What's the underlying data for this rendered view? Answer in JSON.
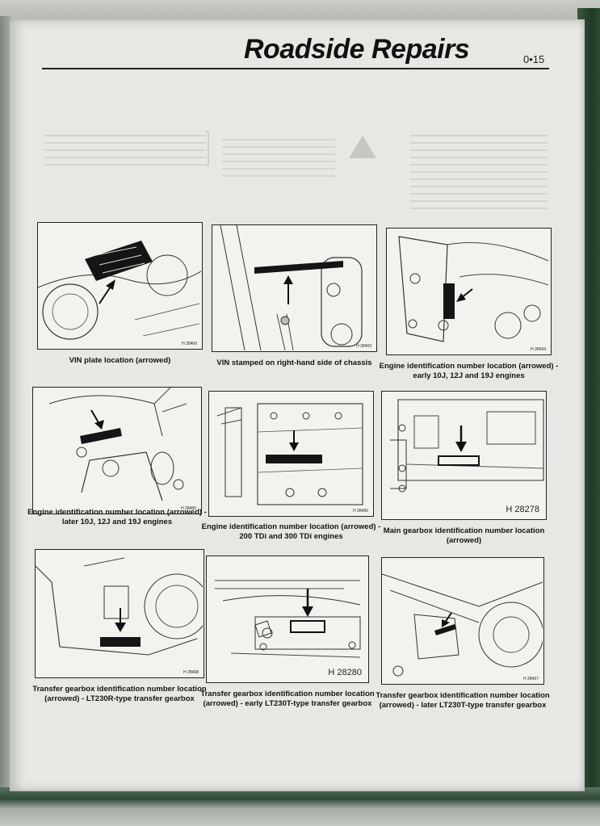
{
  "header": {
    "title": "Roadside Repairs",
    "page_number": "0•15"
  },
  "figures": [
    {
      "caption": "VIN plate location (arrowed)",
      "ref": "H 28400",
      "icon": "vin-plate-illustration"
    },
    {
      "caption": "VIN stamped on right-hand side of chassis",
      "ref": "H 28403",
      "icon": "chassis-illustration"
    },
    {
      "caption": "Engine identification number location (arrowed) - early 10J, 12J and 19J engines",
      "ref": "H 28494",
      "icon": "engine-block-illustration"
    },
    {
      "caption": "Engine identification number location (arrowed) - later 10J, 12J and 19J engines",
      "ref": "H 28495",
      "icon": "engine-block-illustration"
    },
    {
      "caption": "Engine identification number location (arrowed) - 200 TDi and 300 TDi engines",
      "ref": "H 28496",
      "icon": "engine-block-illustration"
    },
    {
      "caption": "Main gearbox identification number location (arrowed)",
      "ref": "H 28278",
      "icon": "gearbox-illustration"
    },
    {
      "caption": "Transfer gearbox identification number location (arrowed) - LT230R-type transfer gearbox",
      "ref": "H 28498",
      "icon": "transfer-gearbox-illustration"
    },
    {
      "caption": "Transfer gearbox identification number location (arrowed) - early LT230T-type transfer gearbox",
      "ref": "H 28280",
      "icon": "transfer-gearbox-illustration"
    },
    {
      "caption": "Transfer gearbox identification number location (arrowed) - later LT230T-type transfer gearbox",
      "ref": "H 28497",
      "icon": "transfer-gearbox-illustration"
    }
  ]
}
